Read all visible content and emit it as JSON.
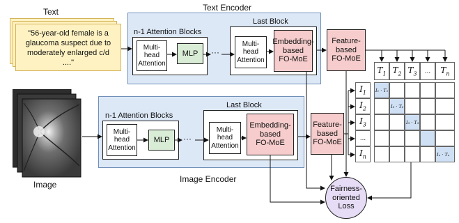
{
  "text_input": {
    "label": "Text",
    "line1": "\"56-year-old female is a",
    "line2": "glaucoma suspect due to",
    "line3": "moderately enlarged c/d",
    "line4": "....\""
  },
  "image_input": {
    "label": "Image"
  },
  "text_encoder": {
    "title": "Text Encoder",
    "attention_group_label": "n-1 Attention Blocks",
    "mha_line1": "Multi-",
    "mha_line2": "head",
    "mha_line3": "Attention",
    "mlp": "MLP",
    "ellipsis": "···",
    "last_block_label": "Last Block",
    "moe_line1": "Embedding-",
    "moe_line2": "based",
    "moe_line3": "FO-MoE"
  },
  "image_encoder": {
    "title": "Image Encoder",
    "attention_group_label": "n-1 Attention Blocks",
    "mha_line1": "Multi-",
    "mha_line2": "head",
    "mha_line3": "Attention",
    "mlp": "MLP",
    "ellipsis": "···",
    "last_block_label": "Last Block",
    "moe_line1": "Embedding-",
    "moe_line2": "based",
    "moe_line3": "FO-MoE"
  },
  "feature_moe_text": {
    "line1": "Feature-",
    "line2": "based",
    "line3": "FO-MoE"
  },
  "feature_moe_image": {
    "line1": "Feature-",
    "line2": "based",
    "line3": "FO-MoE"
  },
  "text_tokens": {
    "t1": {
      "base": "T",
      "sub": "1"
    },
    "t2": {
      "base": "T",
      "sub": "2"
    },
    "t3": {
      "base": "T",
      "sub": "3"
    },
    "dots": "...",
    "tn": {
      "base": "T",
      "sub": "n"
    }
  },
  "image_tokens": {
    "i1": {
      "base": "I",
      "sub": "1"
    },
    "i2": {
      "base": "I",
      "sub": "2"
    },
    "i3": {
      "base": "I",
      "sub": "3"
    },
    "dots": "...",
    "in": {
      "base": "I",
      "sub": "n"
    }
  },
  "similarity_matrix": {
    "d1": "I₁ · T₁",
    "d2": "I₂ · T₂",
    "d3": "I₃ · T₃",
    "dn": "Iₙ · Tₙ"
  },
  "loss": {
    "line1": "Fairness-",
    "line2": "oriented",
    "line3": "Loss"
  },
  "colors": {
    "encoder_bg": "#dde8f7",
    "mlp_green": "#d9ecd6",
    "moe_pink": "#f6cccc",
    "loss_purple": "#e6dcf5",
    "note_yellow": "#fff2c2",
    "diag_blue": "#cfe0f4"
  }
}
